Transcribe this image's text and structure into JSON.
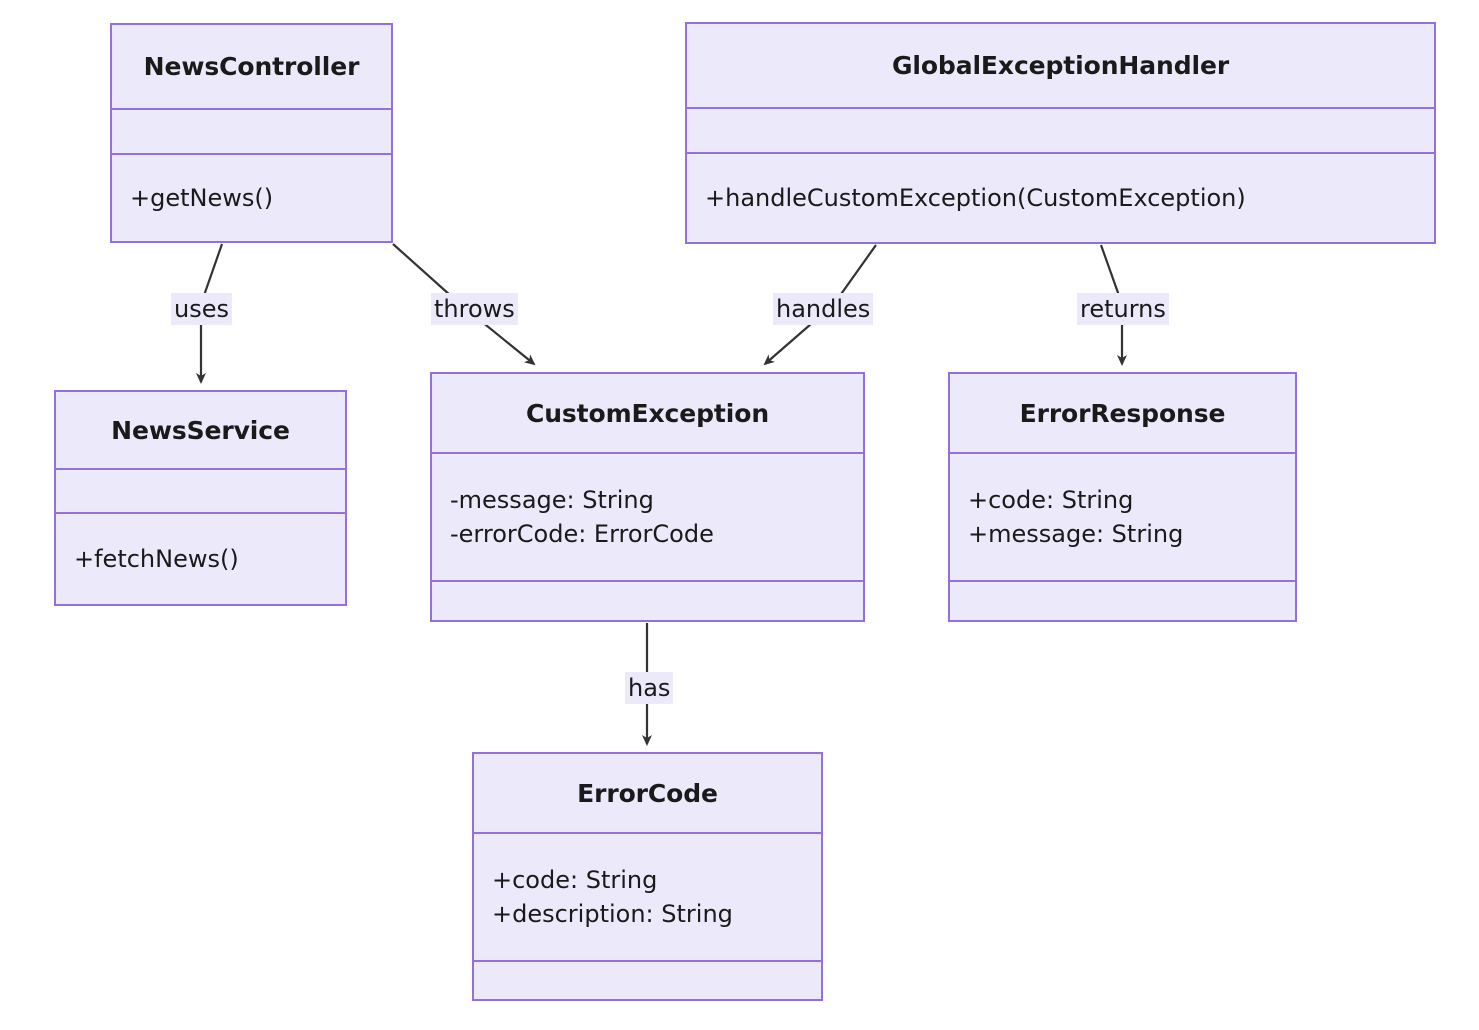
{
  "diagram": {
    "type": "uml-class-diagram",
    "title": "",
    "colors": {
      "node_fill": "#ECE9FB",
      "node_border": "#9370DB",
      "edge_stroke": "#333333",
      "label_background": "#ECE9FB",
      "text": "#1a1a1a",
      "canvas_background": "#ffffff"
    },
    "classes": [
      {
        "id": "news-controller",
        "name": "NewsController",
        "attributes": [],
        "methods": [
          "+getNews()"
        ]
      },
      {
        "id": "global-exception-handler",
        "name": "GlobalExceptionHandler",
        "attributes": [],
        "methods": [
          "+handleCustomException(CustomException)"
        ]
      },
      {
        "id": "news-service",
        "name": "NewsService",
        "attributes": [],
        "methods": [
          "+fetchNews()"
        ]
      },
      {
        "id": "custom-exception",
        "name": "CustomException",
        "attributes": [
          "-message: String",
          "-errorCode: ErrorCode"
        ],
        "methods": []
      },
      {
        "id": "error-response",
        "name": "ErrorResponse",
        "attributes": [
          "+code: String",
          "+message: String"
        ],
        "methods": []
      },
      {
        "id": "error-code",
        "name": "ErrorCode",
        "attributes": [
          "+code: String",
          "+description: String"
        ],
        "methods": []
      }
    ],
    "relationships": [
      {
        "id": "uses",
        "label": "uses",
        "from": "NewsController",
        "to": "NewsService"
      },
      {
        "id": "throws",
        "label": "throws",
        "from": "NewsController",
        "to": "CustomException"
      },
      {
        "id": "handles",
        "label": "handles",
        "from": "GlobalExceptionHandler",
        "to": "CustomException"
      },
      {
        "id": "returns",
        "label": "returns",
        "from": "GlobalExceptionHandler",
        "to": "ErrorResponse"
      },
      {
        "id": "has",
        "label": "has",
        "from": "CustomException",
        "to": "ErrorCode"
      }
    ]
  }
}
